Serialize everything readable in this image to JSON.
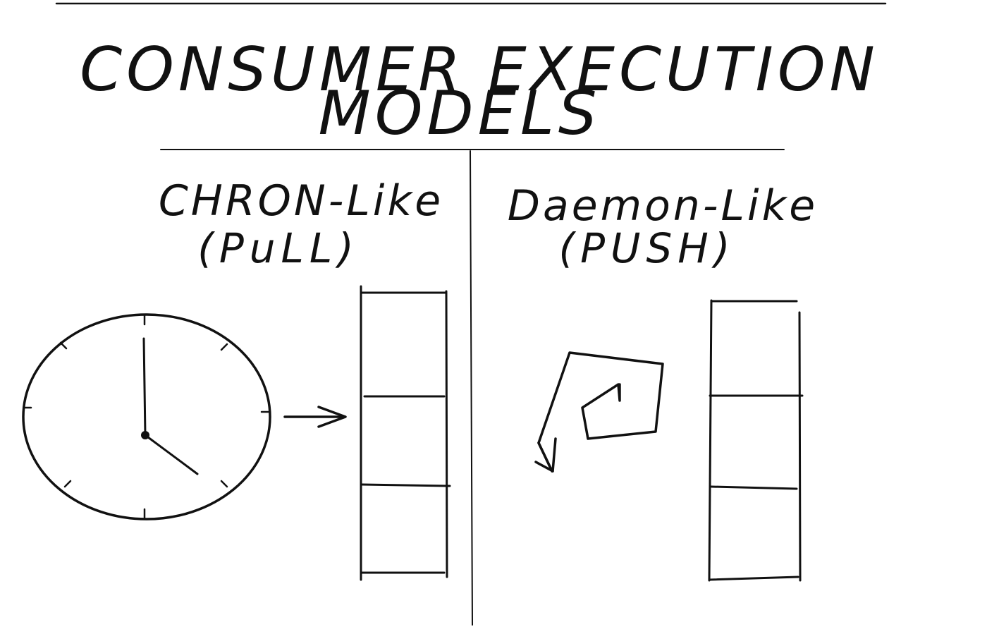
{
  "title": {
    "line1": "CONSUMER EXECUTION",
    "line2": "MODELS"
  },
  "left_panel": {
    "heading": "CHRON-Like",
    "subheading": "(PuLL)"
  },
  "right_panel": {
    "heading": "Daemon-Like",
    "subheading": "(PUSH)"
  },
  "icons": {
    "clock": "clock-icon",
    "arrow": "arrow-right-icon",
    "spiral": "spiral-arrow-icon",
    "left_queue": "queue-stack-icon",
    "right_queue": "queue-stack-icon"
  },
  "colors": {
    "ink": "#111111",
    "paper": "#ffffff"
  }
}
